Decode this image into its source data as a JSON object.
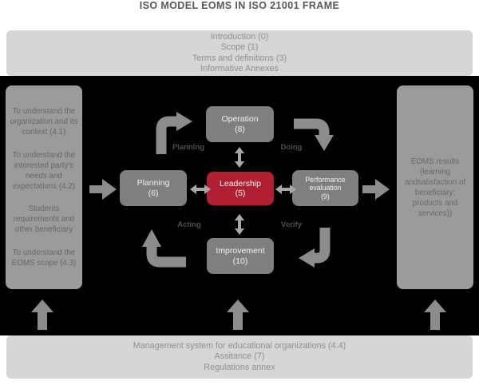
{
  "title": "ISO MODEL EOMS IN ISO 21001 FRAME",
  "top_bar": {
    "lines": [
      "Introduction (0)",
      "Scope (1)",
      "Terms and definitions (3)",
      "Informative Annexes"
    ]
  },
  "left_panel": {
    "items": [
      "To understand the organization and its context (4.1)",
      "To understand the interested party's needs and expectations (4.2)",
      "Students requirements and other beneficiary",
      "To understand the EOMS scope (4.3)"
    ]
  },
  "right_panel": {
    "text": "EOMS results (learning andsatisfaction of beneficiary: products and services))"
  },
  "boxes": {
    "operation": {
      "label": "Operation",
      "number": "(8)"
    },
    "planning": {
      "label": "Planning",
      "number": "(6)"
    },
    "leadership": {
      "label": "Leadership",
      "number": "(5)"
    },
    "performance": {
      "label": "Performance evaluation",
      "number": "(9)"
    },
    "improvement": {
      "label": "Improvement",
      "number": "(10)"
    }
  },
  "cycle_labels": {
    "planning": "Planning",
    "doing": "Doing",
    "acting": "Acting",
    "verify": "Verify"
  },
  "bottom_bar": {
    "lines": [
      "Management system for educational organizations (4.4)",
      "Assitance (7)",
      "Regulations annex"
    ]
  },
  "colors": {
    "accent_red": "#b11f33",
    "box_gray": "#7f7f7f",
    "panel_gray": "#9b9b9b",
    "bar_gray": "#d6d6d6",
    "arrow_gray": "#8c8c8c",
    "double_arrow_gray": "#a8a8a8",
    "background_black": "#000000"
  }
}
